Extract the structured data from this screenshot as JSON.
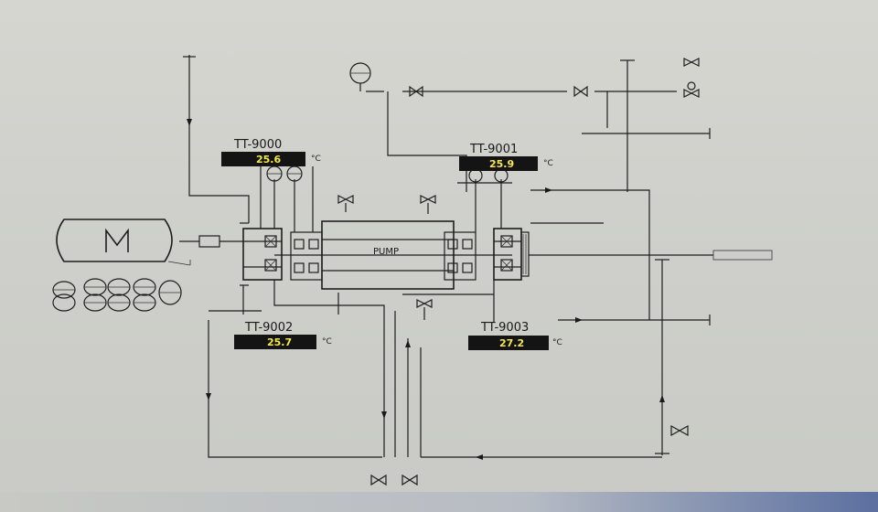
{
  "pump": {
    "label": "PUMP"
  },
  "transmitters": [
    {
      "tag": "TT-9000",
      "value": "25.6",
      "unit": "°C"
    },
    {
      "tag": "TT-9001",
      "value": "25.9",
      "unit": "°C"
    },
    {
      "tag": "TT-9002",
      "value": "25.7",
      "unit": "°C"
    },
    {
      "tag": "TT-9003",
      "value": "27.2",
      "unit": "°C"
    }
  ],
  "colors": {
    "screen_bg": "#cfd0cb",
    "line": "#1e1e1e",
    "value_box": "#141414",
    "value_text": "#f5e84a"
  },
  "icons": [
    "motor-symbol",
    "valve-icon",
    "instrument-bubble",
    "flow-arrow"
  ]
}
